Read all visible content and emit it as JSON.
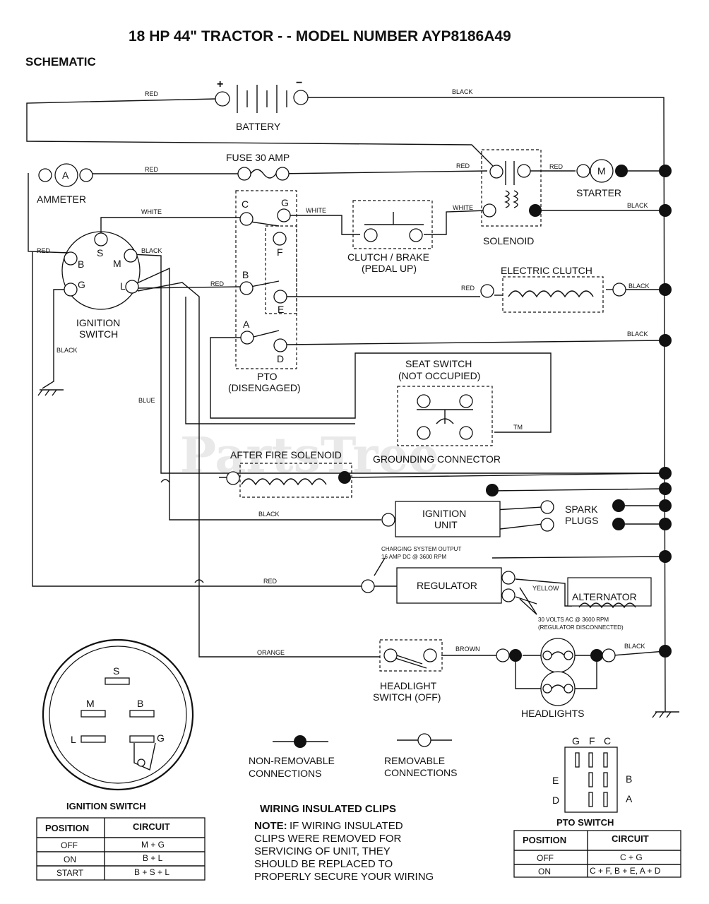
{
  "title": "18 HP 44\" TRACTOR - - MODEL NUMBER AYP8186A49",
  "section": "SCHEMATIC",
  "watermark": "PartsTree",
  "trademark": "TM",
  "polarity": {
    "plus": "+",
    "minus": "−"
  },
  "components": {
    "battery": "BATTERY",
    "fuse": "FUSE 30 AMP",
    "ammeter": "AMMETER",
    "ammeter_symbol": "A",
    "solenoid": "SOLENOID",
    "starter": "STARTER",
    "starter_symbol": "M",
    "clutch_brake_1": "CLUTCH / BRAKE",
    "clutch_brake_2": "(PEDAL UP)",
    "electric_clutch": "ELECTRIC CLUTCH",
    "ignition_switch_1": "IGNITION",
    "ignition_switch_2": "SWITCH",
    "pto_1": "PTO",
    "pto_2": "(DISENGAGED)",
    "seat_switch_1": "SEAT SWITCH",
    "seat_switch_2": "(NOT OCCUPIED)",
    "grounding_connector": "GROUNDING CONNECTOR",
    "after_fire_solenoid": "AFTER FIRE SOLENOID",
    "ignition_unit_1": "IGNITION",
    "ignition_unit_2": "UNIT",
    "spark_plugs_1": "SPARK",
    "spark_plugs_2": "PLUGS",
    "charging_output_1": "CHARGING SYSTEM OUTPUT",
    "charging_output_2": "16 AMP DC @ 3600 RPM",
    "regulator": "REGULATOR",
    "alternator": "ALTERNATOR",
    "alt_volts_1": "30 VOLTS AC @ 3600 RPM",
    "alt_volts_2": "(REGULATOR DISCONNECTED)",
    "headlight_switch_1": "HEADLIGHT",
    "headlight_switch_2": "SWITCH (OFF)",
    "headlights": "HEADLIGHTS"
  },
  "terminals": {
    "ign": {
      "s": "S",
      "b": "B",
      "m": "M",
      "g": "G",
      "l": "L"
    },
    "pto": {
      "c": "C",
      "g": "G",
      "f": "F",
      "b": "B",
      "e": "E",
      "a": "A",
      "d": "D"
    }
  },
  "wire_colors": {
    "red": "RED",
    "black": "BLACK",
    "white": "WHITE",
    "blue": "BLUE",
    "yellow": "YELLOW",
    "orange": "ORANGE",
    "brown": "BROWN"
  },
  "legend": {
    "non_removable_1": "NON-REMOVABLE",
    "non_removable_2": "CONNECTIONS",
    "removable_1": "REMOVABLE",
    "removable_2": "CONNECTIONS"
  },
  "clips": {
    "heading": "WIRING INSULATED CLIPS",
    "note_label": "NOTE:",
    "lines": [
      "IF WIRING INSULATED",
      "CLIPS WERE REMOVED FOR",
      "SERVICING OF UNIT, THEY",
      "SHOULD BE REPLACED TO",
      "PROPERLY SECURE YOUR WIRING"
    ]
  },
  "ignition_table": {
    "title": "IGNITION SWITCH",
    "headers": [
      "POSITION",
      "CIRCUIT"
    ],
    "rows": [
      [
        "OFF",
        "M + G"
      ],
      [
        "ON",
        "B + L"
      ],
      [
        "START",
        "B + S + L"
      ]
    ]
  },
  "pto_table": {
    "title": "PTO SWITCH",
    "headers": [
      "POSITION",
      "CIRCUIT"
    ],
    "rows": [
      [
        "OFF",
        "C + G"
      ],
      [
        "ON",
        "C + F, B + E, A + D"
      ]
    ]
  },
  "pto_face": {
    "top": [
      "G",
      "F",
      "C"
    ],
    "left": [
      "E",
      "D"
    ],
    "right": [
      "B",
      "A"
    ]
  },
  "ign_face": {
    "s": "S",
    "m": "M",
    "b": "B",
    "l": "L",
    "g": "G"
  }
}
